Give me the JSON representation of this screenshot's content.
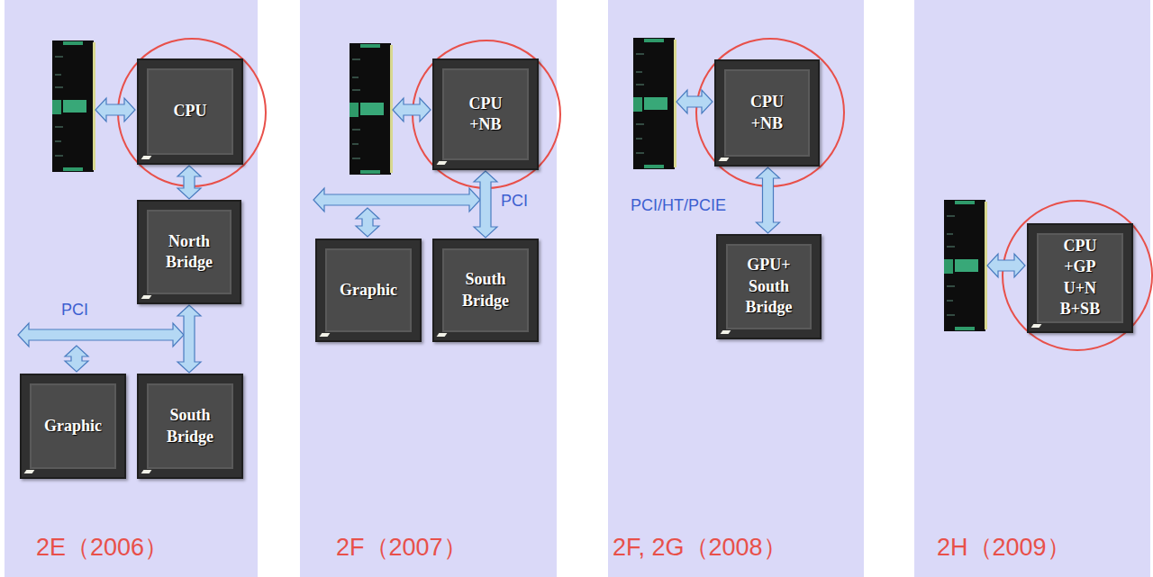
{
  "diagram": {
    "nodes": [
      {
        "text": [
          "CPU"
        ]
      },
      {
        "text": [
          "North Bridge"
        ]
      },
      {
        "text": [
          "Graphic"
        ]
      },
      {
        "text": [
          "South Bridge"
        ]
      },
      {
        "text": [
          "CPU +NB"
        ]
      },
      {
        "text": [
          "Graphic"
        ]
      },
      {
        "text": [
          "South Bridge"
        ]
      },
      {
        "text": [
          "CPU +NB"
        ]
      },
      {
        "text": [
          "GPU+ South Bridge"
        ]
      },
      {
        "text": [
          "CPU +GP U+N B+SB"
        ]
      }
    ],
    "edges": [
      {
        "from": 0,
        "to": 1,
        "arrow": "both"
      },
      {
        "from": 1,
        "to": 3,
        "arrow": "both"
      },
      {
        "from": 4,
        "to": 6,
        "label": "PCI",
        "arrow": "both"
      },
      {
        "from": 7,
        "to": 8,
        "label": "PCI/HT/PCIE",
        "arrow": "both"
      }
    ],
    "labels": [
      "PCI",
      "2E（2006）",
      "2F（2007）",
      "2F, 2G（2008）",
      "2H（2009）"
    ]
  }
}
